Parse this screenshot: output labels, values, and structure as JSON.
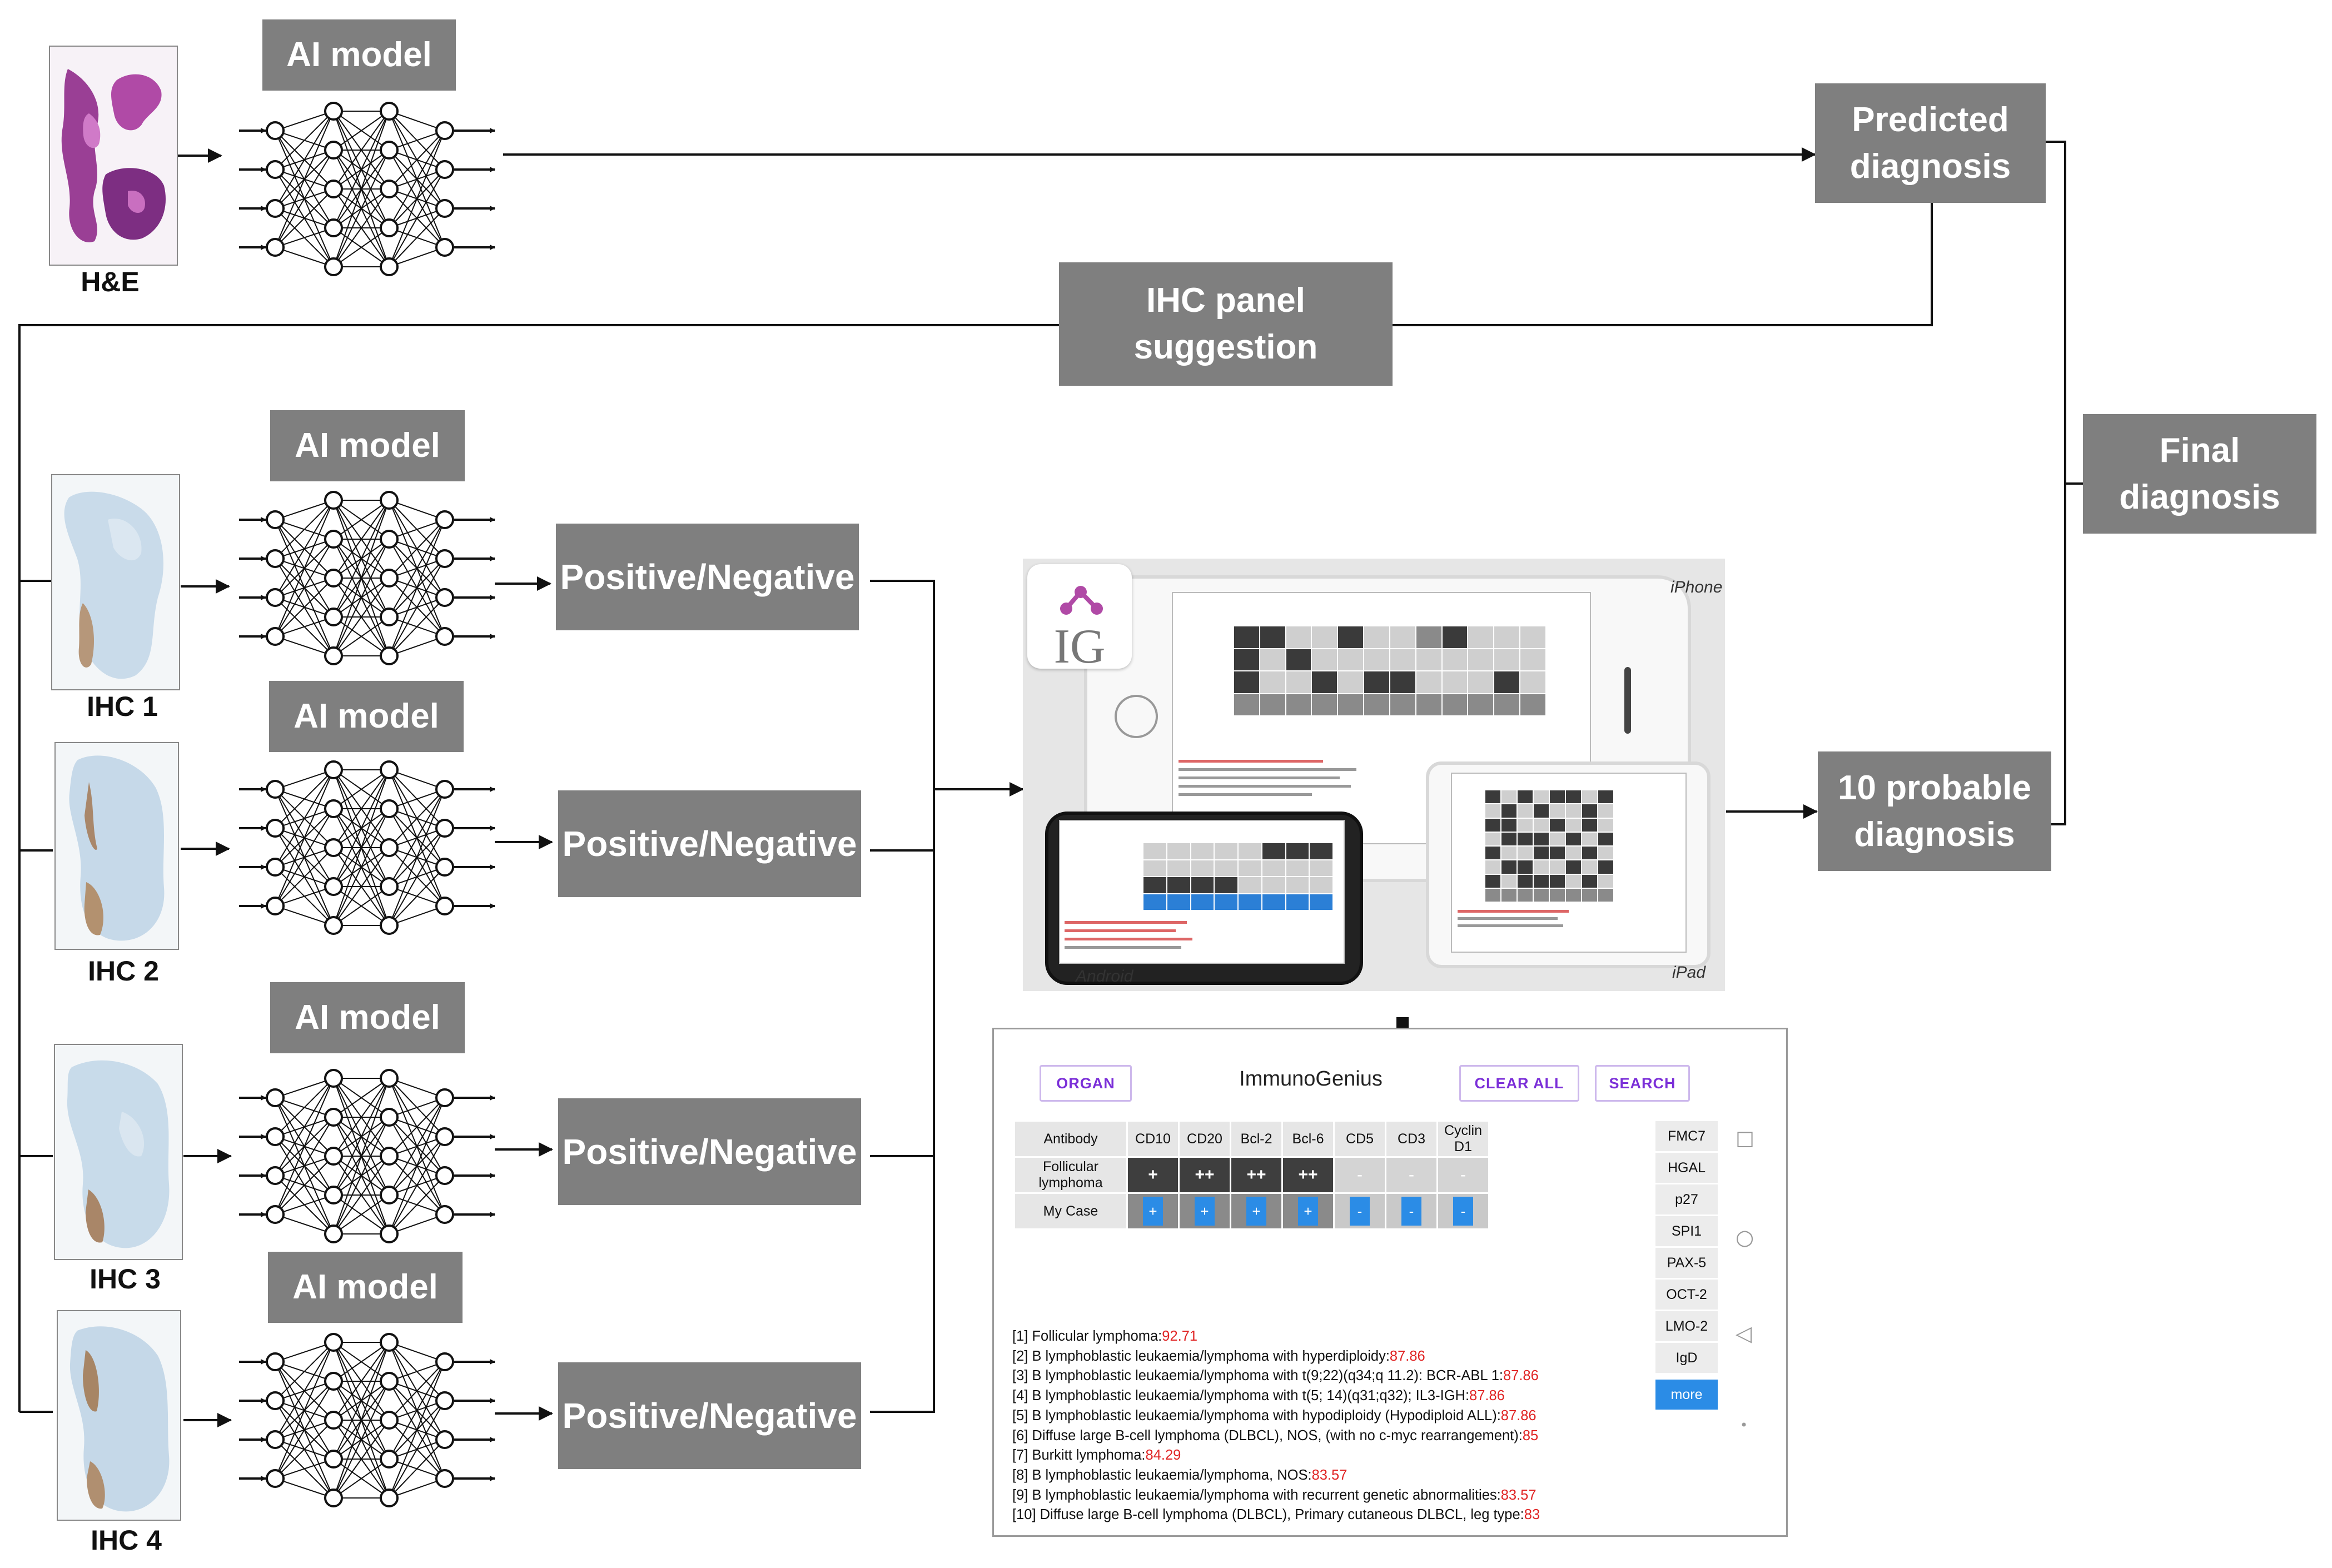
{
  "stage1": {
    "model_label": "AI model",
    "slide_label": "H&E",
    "output_label": "Predicted\ndiagnosis"
  },
  "ihc_panel_label": "IHC panel\nsuggestion",
  "final_label": "Final\ndiagnosis",
  "probable_label": "10 probable\ndiagnosis",
  "ihc_rows": [
    {
      "model_label": "AI model",
      "slide_label": "IHC 1",
      "output_label": "Positive/Negative"
    },
    {
      "model_label": "AI model",
      "slide_label": "IHC 2",
      "output_label": "Positive/Negative"
    },
    {
      "model_label": "AI model",
      "slide_label": "IHC 3",
      "output_label": "Positive/Negative"
    },
    {
      "model_label": "AI model",
      "slide_label": "IHC 4",
      "output_label": "Positive/Negative"
    }
  ],
  "devices": {
    "logo_text": "IG",
    "iphone_label": "iPhone",
    "android_label": "Android",
    "ipad_label": "iPad"
  },
  "app": {
    "organ_button": "ORGAN",
    "title": "ImmunoGenius",
    "clear_button": "CLEAR ALL",
    "search_button": "SEARCH",
    "table": {
      "headers": [
        "Antibody",
        "CD10",
        "CD20",
        "Bcl-2",
        "Bcl-6",
        "CD5",
        "CD3",
        "Cyclin D1"
      ],
      "row1": {
        "label": "Follicular lymphoma",
        "cells": [
          "+",
          "++",
          "++",
          "++",
          "-",
          "-",
          "-"
        ]
      },
      "row2": {
        "label": "My Case",
        "cells": [
          "+",
          "+",
          "+",
          "+",
          "-",
          "-",
          "-"
        ]
      }
    },
    "side_items": [
      "FMC7",
      "HGAL",
      "p27",
      "SPI1",
      "PAX-5",
      "OCT-2",
      "LMO-2",
      "IgD"
    ],
    "more_button": "more",
    "results": [
      {
        "text": "[1] Follicular lymphoma:",
        "score": "92.71"
      },
      {
        "text": "[2] B lymphoblastic leukaemia/lymphoma with hyperdiploidy:",
        "score": "87.86"
      },
      {
        "text": "[3] B lymphoblastic leukaemia/lymphoma with t(9;22)(q34;q 11.2): BCR-ABL 1:",
        "score": "87.86"
      },
      {
        "text": "[4] B lymphoblastic leukaemia/lymphoma with t(5; 14)(q31;q32); IL3-IGH:",
        "score": "87.86"
      },
      {
        "text": "[5] B lymphoblastic leukaemia/lymphoma with hypodiploidy (Hypodiploid ALL):",
        "score": "87.86"
      },
      {
        "text": "[6] Diffuse large B-cell lymphoma (DLBCL), NOS, (with no c-myc rearrangement):",
        "score": "85"
      },
      {
        "text": "[7] Burkitt lymphoma:",
        "score": "84.29"
      },
      {
        "text": "[8] B lymphoblastic leukaemia/lymphoma, NOS:",
        "score": "83.57"
      },
      {
        "text": "[9] B lymphoblastic leukaemia/lymphoma with recurrent genetic abnormalities:",
        "score": "83.57"
      },
      {
        "text": "[10] Diffuse large B-cell lymphoma (DLBCL), Primary cutaneous DLBCL, leg type:",
        "score": "83"
      }
    ]
  }
}
